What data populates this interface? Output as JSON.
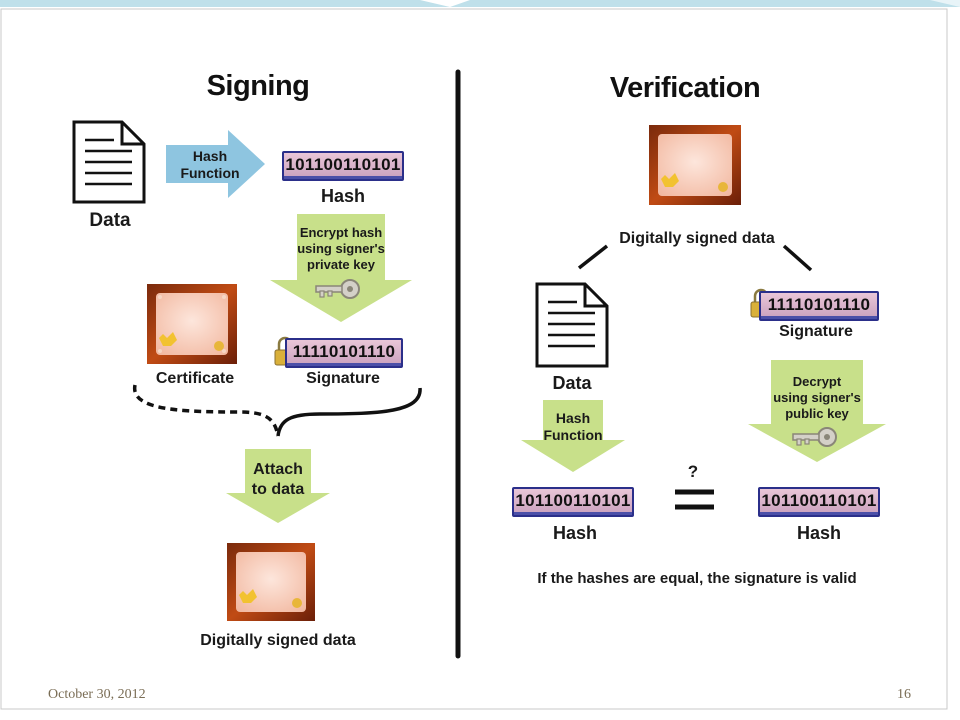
{
  "signing": {
    "title": "Signing",
    "data_label": "Data",
    "hash_function_label": [
      "Hash",
      "Function"
    ],
    "hash_value": "101100110101",
    "hash_label": "Hash",
    "encrypt_label": [
      "Encrypt hash",
      "using signer's",
      "private key"
    ],
    "certificate_label": "Certificate",
    "signature_value": "11110101110",
    "signature_label": "Signature",
    "attach_label": [
      "Attach",
      "to data"
    ],
    "signed_data_label": "Digitally signed data"
  },
  "verification": {
    "title": "Verification",
    "signed_data_label": "Digitally signed data",
    "data_label": "Data",
    "signature_value": "11110101110",
    "signature_label": "Signature",
    "hash_function_label": [
      "Hash",
      "Function"
    ],
    "decrypt_label": [
      "Decrypt",
      "using signer's",
      "public key"
    ],
    "question_mark": "?",
    "hash_left_value": "101100110101",
    "hash_left_label": "Hash",
    "hash_right_value": "101100110101",
    "hash_right_label": "Hash",
    "conclusion": "If the hashes are equal, the signature is valid"
  },
  "footer": {
    "date": "October 30, 2012",
    "page_number": "16"
  },
  "colors": {
    "arrow_blue": "#8ec5e0",
    "arrow_green": "#c8e08a",
    "binary_border": "#2b2f8a",
    "divider": "#111111",
    "footer_text": "#7a6d55",
    "top_band": "#bfe0ea"
  }
}
